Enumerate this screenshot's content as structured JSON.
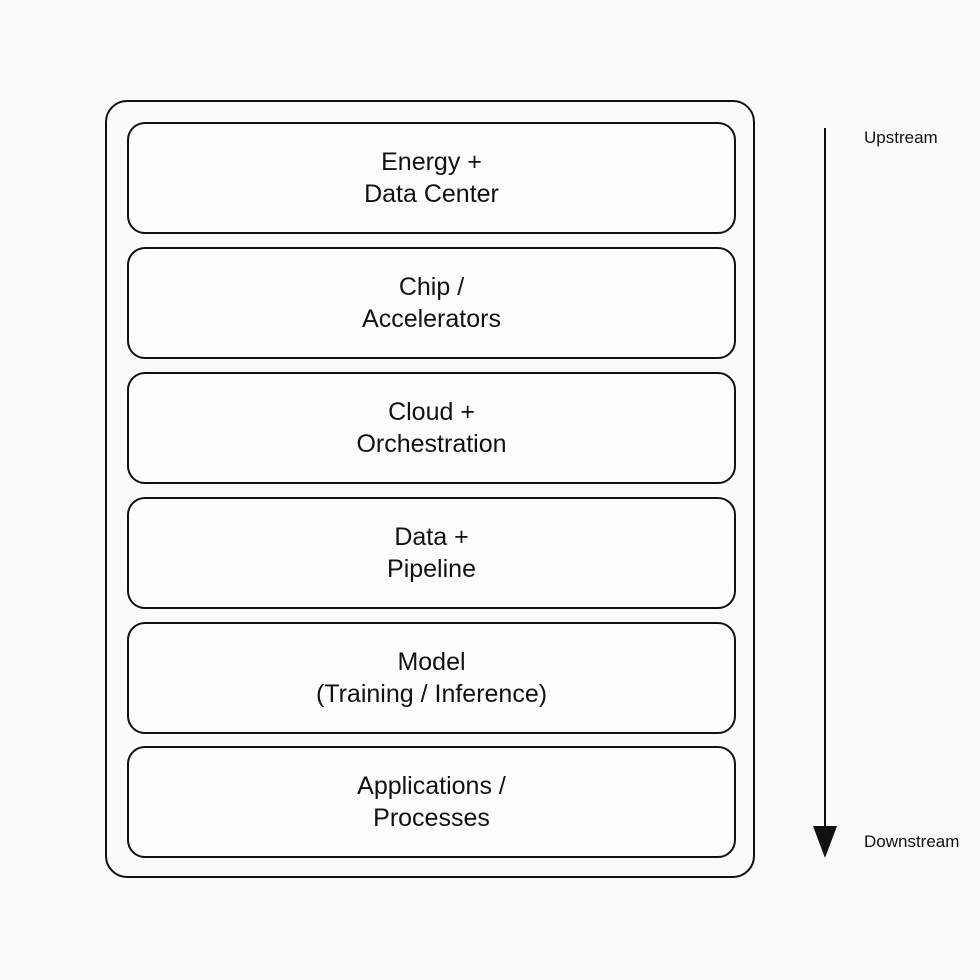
{
  "diagram": {
    "layers": [
      {
        "line1": "Energy +",
        "line2": "Data Center"
      },
      {
        "line1": "Chip /",
        "line2": "Accelerators"
      },
      {
        "line1": "Cloud +",
        "line2": "Orchestration"
      },
      {
        "line1": "Data +",
        "line2": "Pipeline"
      },
      {
        "line1": "Model",
        "line2": "(Training / Inference)"
      },
      {
        "line1": "Applications /",
        "line2": "Processes"
      }
    ],
    "arrow": {
      "top_label": "Upstream",
      "bottom_label": "Downstream",
      "direction": "down"
    }
  }
}
